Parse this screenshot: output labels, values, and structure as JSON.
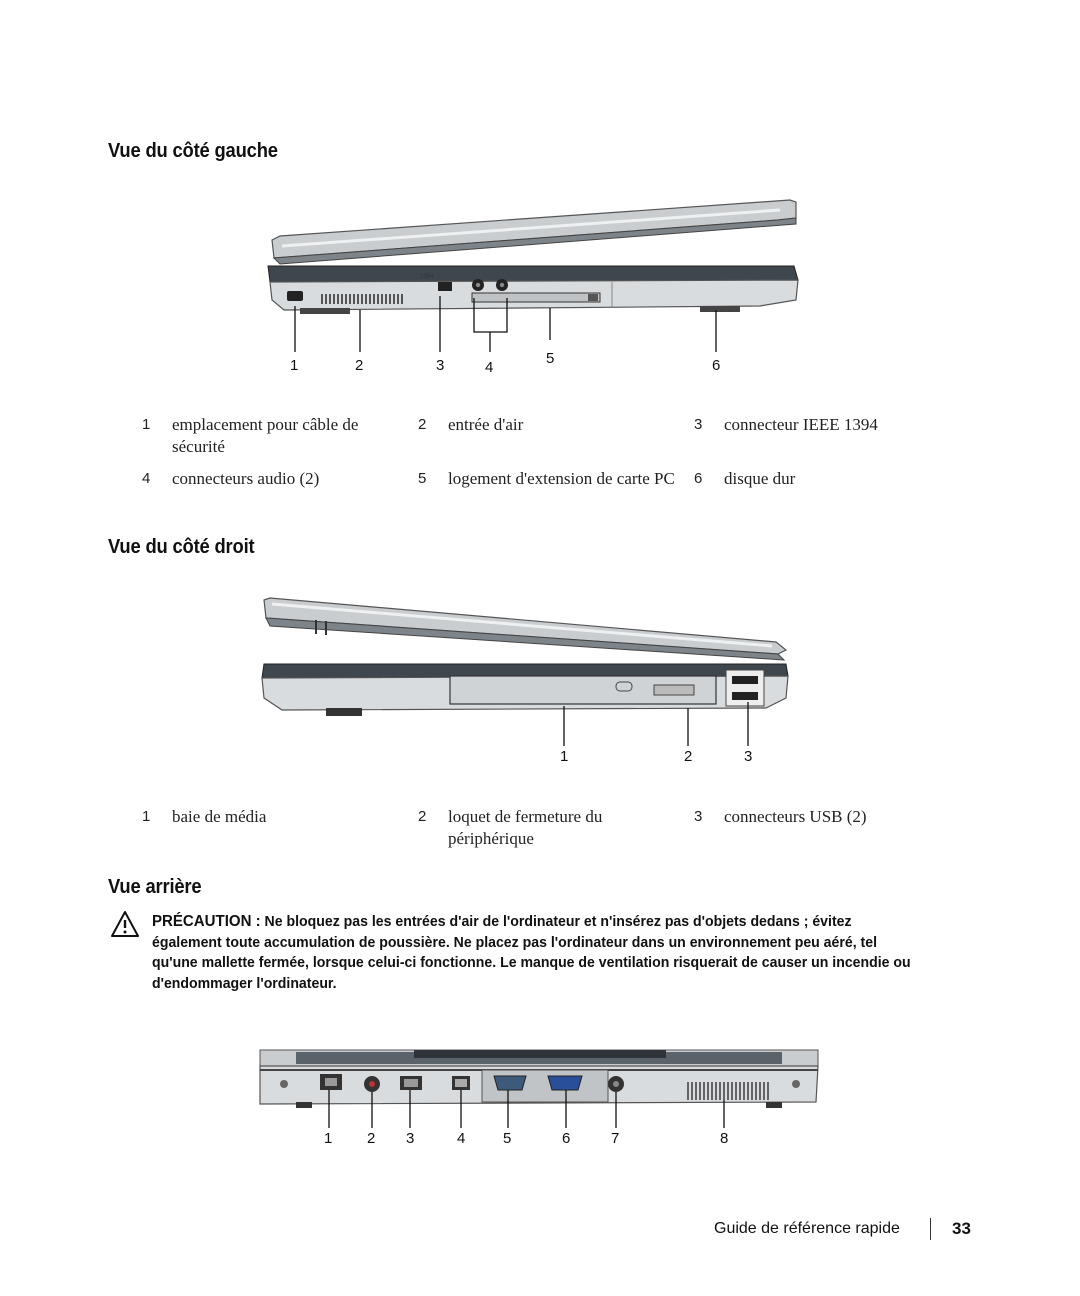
{
  "sections": {
    "left": {
      "heading": "Vue du côté gauche",
      "callouts": [
        "1",
        "2",
        "3",
        "4",
        "5",
        "6"
      ],
      "legend": [
        {
          "num": "1",
          "text": "emplacement pour câble de sécurité"
        },
        {
          "num": "2",
          "text": "entrée d'air"
        },
        {
          "num": "3",
          "text": "connecteur IEEE 1394"
        },
        {
          "num": "4",
          "text": "connecteurs audio (2)"
        },
        {
          "num": "5",
          "text": "logement d'extension de carte PC"
        },
        {
          "num": "6",
          "text": "disque dur"
        }
      ]
    },
    "right": {
      "heading": "Vue du côté droit",
      "callouts": [
        "1",
        "2",
        "3"
      ],
      "legend": [
        {
          "num": "1",
          "text": "baie de média"
        },
        {
          "num": "2",
          "text": "loquet de fermeture du périphérique"
        },
        {
          "num": "3",
          "text": "connecteurs USB (2)"
        }
      ]
    },
    "back": {
      "heading": "Vue arrière",
      "caution_label": "PRÉCAUTION :",
      "caution_text": "Ne bloquez pas les entrées d'air de l'ordinateur et n'insérez pas d'objets dedans ; évitez également toute accumulation de poussière. Ne placez pas l'ordinateur dans un environnement peu aéré, tel qu'une mallette fermée, lorsque celui-ci fonctionne. Le manque de ventilation risquerait de causer un incendie ou d'endommager l'ordinateur.",
      "callouts": [
        "1",
        "2",
        "3",
        "4",
        "5",
        "6",
        "7",
        "8"
      ]
    }
  },
  "port_labels": {
    "ieee": "1394"
  },
  "footer": {
    "title": "Guide de référence rapide",
    "page": "33"
  }
}
